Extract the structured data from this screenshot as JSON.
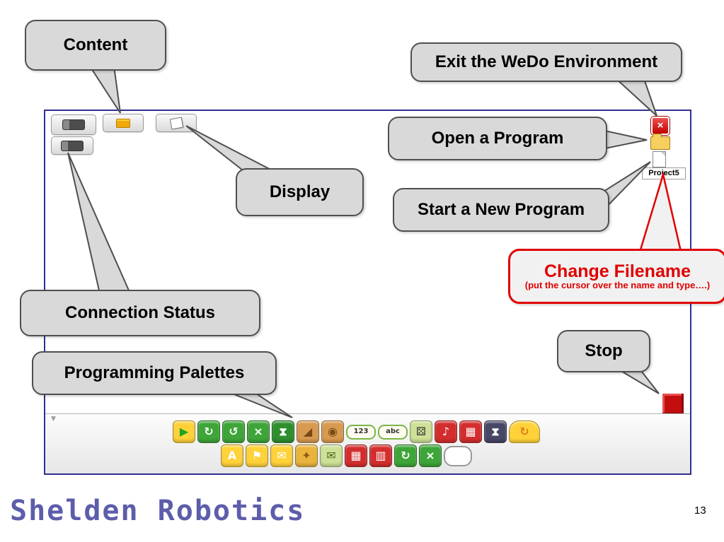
{
  "slide": {
    "logo_text": "Shelden Robotics",
    "page_number": "13"
  },
  "callouts": {
    "content": {
      "label": "Content"
    },
    "exit": {
      "label": "Exit the WeDo Environment"
    },
    "open_program": {
      "label": "Open a Program"
    },
    "display": {
      "label": "Display"
    },
    "start_new_program": {
      "label": "Start a New Program"
    },
    "connection_status": {
      "label": "Connection Status"
    },
    "programming_palettes": {
      "label": "Programming Palettes"
    },
    "change_filename": {
      "label": "Change Filename",
      "sub_label": "(put the cursor over the name and type….)"
    },
    "stop": {
      "label": "Stop"
    }
  },
  "environment": {
    "project_name": "Project5",
    "close_glyph": "×",
    "collapse_glyph": "▼"
  },
  "palette": {
    "row1": [
      {
        "name": "start",
        "color": "#ffd23a",
        "glyph": "▶",
        "fg": "#1ea51e"
      },
      {
        "name": "motor-this-way",
        "color": "#3ea538",
        "glyph": "↻",
        "fg": "#ffffff"
      },
      {
        "name": "motor-that-way",
        "color": "#3ea538",
        "glyph": "↺",
        "fg": "#ffffff"
      },
      {
        "name": "motor-off",
        "color": "#3ea538",
        "glyph": "×",
        "fg": "#ffffff"
      },
      {
        "name": "motor-on-for",
        "color": "#2f8f2f",
        "glyph": "⧗",
        "fg": "#ffffff"
      },
      {
        "name": "tilt-sensor",
        "color": "#d79a50",
        "glyph": "◢",
        "fg": "#7a4a12"
      },
      {
        "name": "motion-sensor",
        "color": "#d79a50",
        "glyph": "◉",
        "fg": "#7a4a12"
      },
      {
        "name": "number-input",
        "style": "chip",
        "label": "123"
      },
      {
        "name": "text-input",
        "style": "chip",
        "label": "abc"
      },
      {
        "name": "random-input",
        "color": "#cfe097",
        "glyph": "⚄",
        "fg": "#333333"
      },
      {
        "name": "play-sound",
        "color": "#d42d2d",
        "glyph": "♪",
        "fg": "#ffffff"
      },
      {
        "name": "display-screen",
        "color": "#d42d2d",
        "glyph": "▦",
        "fg": "#ffffff"
      },
      {
        "name": "wait-for",
        "color": "#474766",
        "glyph": "⧗",
        "fg": "#ffffff"
      },
      {
        "name": "repeat-loop",
        "style": "loop",
        "color": "#ffd23a",
        "glyph": "↻",
        "fg": "#e07b1a"
      }
    ],
    "row2": [
      {
        "name": "display-letter",
        "color": "#ffd23a",
        "glyph": "A",
        "fg": "#ffffff"
      },
      {
        "name": "start-on-message",
        "color": "#ffd23a",
        "glyph": "⚑",
        "fg": "#ffffff"
      },
      {
        "name": "send-message",
        "color": "#ffd23a",
        "glyph": "✉",
        "fg": "#ffffff"
      },
      {
        "name": "start-on-key",
        "color": "#e9b33c",
        "glyph": "✦",
        "fg": "#8a5a10"
      },
      {
        "name": "sound-input",
        "color": "#cfe097",
        "glyph": "✉",
        "fg": "#4a6a1a"
      },
      {
        "name": "screen-add",
        "color": "#d42d2d",
        "glyph": "▦",
        "fg": "#ffffff"
      },
      {
        "name": "screen-multiply",
        "color": "#d42d2d",
        "glyph": "▥",
        "fg": "#ffffff"
      },
      {
        "name": "motor-power",
        "color": "#3ea538",
        "glyph": "↻",
        "fg": "#ffffff"
      },
      {
        "name": "motor-stop",
        "color": "#3ea538",
        "glyph": "×",
        "fg": "#ffffff"
      },
      {
        "name": "speech-bubble",
        "style": "bubble"
      }
    ]
  },
  "colors": {
    "callout_fill": "#d9d9d9",
    "callout_border": "#4f4f4f",
    "highlight_red": "#e00000",
    "stop_red": "#c40e0e",
    "window_border": "#2e3192"
  }
}
